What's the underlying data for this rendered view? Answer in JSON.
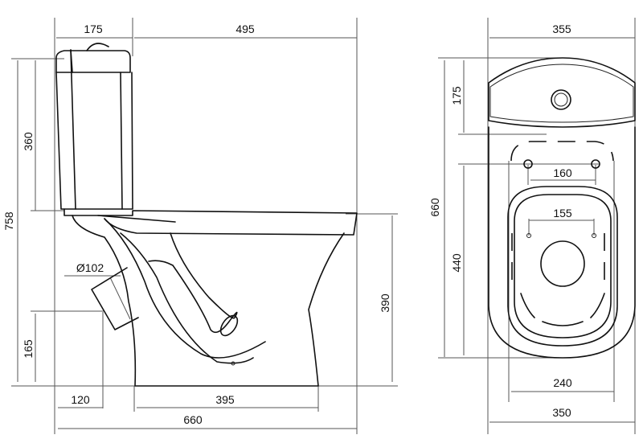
{
  "side_view": {
    "dims": {
      "tank_depth": "175",
      "bowl_projection": "495",
      "total_height": "758",
      "tank_height": "360",
      "outlet_diameter": "Ø102",
      "outlet_height": "165",
      "outlet_offset": "120",
      "base_length": "395",
      "total_length": "660",
      "rim_height": "390"
    }
  },
  "top_view": {
    "dims": {
      "total_width": "355",
      "tank_depth": "175",
      "total_length": "660",
      "hinge_spacing": "160",
      "hinge_to_front": "440",
      "fixing_spacing": "155",
      "base_width": "240",
      "bowl_width": "350"
    }
  }
}
